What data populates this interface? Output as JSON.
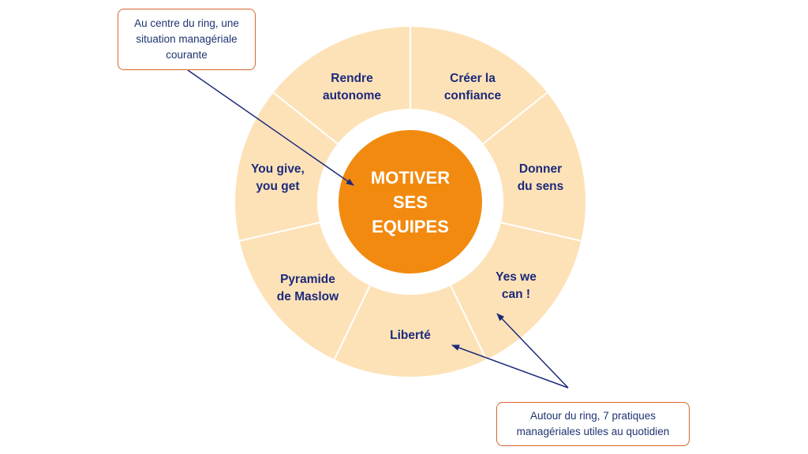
{
  "center": {
    "lines": [
      "MOTIVER",
      "SES",
      "EQUIPES"
    ]
  },
  "segments": [
    {
      "lines": [
        "Rendre",
        "autonome"
      ]
    },
    {
      "lines": [
        "Créer la",
        "confiance"
      ]
    },
    {
      "lines": [
        "Donner",
        "du sens"
      ]
    },
    {
      "lines": [
        "Yes we",
        "can !"
      ]
    },
    {
      "lines": [
        "Liberté"
      ]
    },
    {
      "lines": [
        "Pyramide",
        "de Maslow"
      ]
    },
    {
      "lines": [
        "You give,",
        "you get"
      ]
    }
  ],
  "callouts": {
    "top": {
      "lines": [
        "Au centre du ring, une",
        "situation managériale",
        "courante"
      ]
    },
    "bottom": {
      "lines": [
        "Autour du ring, 7 pratiques",
        "managériales utiles au quotidien"
      ]
    }
  },
  "colors": {
    "ring_fill": "#fde2b8",
    "ring_divider": "#ffffff",
    "center_fill": "#f28a0f",
    "center_text": "#ffffff",
    "segment_text": "#1c2a7a",
    "arrow": "#1c2a7a",
    "callout_border": "#d9652b"
  }
}
